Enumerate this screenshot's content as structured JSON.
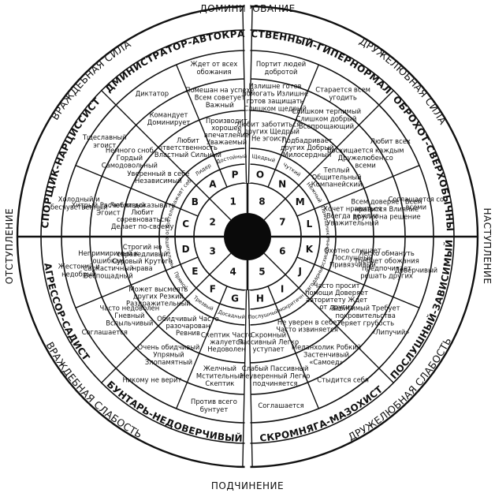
{
  "axes": {
    "top": "ДОМИНИРОВАНИЕ",
    "bottom": "ПОДЧИНЕНИЕ",
    "left": "ОТСТУПЛЕНИЕ",
    "right": "НАСТУПЛЕНИЕ"
  },
  "quadrants": {
    "top_left": "ВРАЖДЕБНАЯ СИЛА",
    "top_right": "ДРУЖЕЛЮБНАЯ СИЛА",
    "bottom_left": "ВРАЖДЕБНАЯ СЛАБОСТЬ",
    "bottom_right": "ДРУЖЕЛЮБНАЯ СЛАБОСТЬ"
  },
  "octants": [
    {
      "number": "1",
      "type": "АДМИНИСТРАТОР-АВТОКРАТ",
      "outer_left": "Диктатор",
      "outer_right": "Ждет от всех обожания",
      "mid_left": "Командует Доминирует",
      "mid_right": "Помешан на успехе Всем советует Важный",
      "inner_left": "Любит ответственность Властный Сильный",
      "inner_right": "Производит хорошее впечатление Уважаемый",
      "small_left": "Лидер",
      "small_right": "Достойный",
      "letter_left": "A",
      "letter_right": "P"
    },
    {
      "number": "8",
      "type": "ОТВЕТСТВЕННЫЙ-ГИПЕРНОРМАЛЬНЫЙ",
      "outer_left": "Портит людей добротой",
      "outer_right": "Старается всем угодить",
      "mid_left": "Излишне готов помогать Излишне готов защищать Слишком щедрый",
      "mid_right": "Слишком терпимый Слишком добрый Всепрощающий",
      "inner_left": "Любит заботиться о других Щедрый Не эгоист",
      "inner_right": "Подбадривает других Добрый Милосердный",
      "small_left": "Щедрый",
      "small_right": "Чуткий",
      "letter_left": "O",
      "letter_right": "N"
    },
    {
      "number": "7",
      "type": "ДОБРОХОТ-СВЕРХОБЫЧНЫЙ",
      "outer_left": "Любит всех",
      "outer_right": "Соглашается со всеми",
      "mid_left": "Восхищается каждым Дружелюбен со всеми",
      "mid_right": "Всем доверяет Всем нравится Влияние других на решение",
      "inner_left": "Теплый Общительный Компанейский",
      "inner_right": "Хочет нравиться Всегда вежлив Уважительный",
      "small_left": "Нежный",
      "small_right": "Помощник",
      "letter_left": "M",
      "letter_right": "L"
    },
    {
      "number": "6",
      "type": "ПОСЛУШНЫЙ-ЗАВИСИМЫЙ",
      "outer_left": "Доверчивый",
      "outer_right": "«Липучий»",
      "mid_left": "Легко обмануть Требует обожания предпочитает решать других",
      "mid_right": "Зависимый Требует покровительства Теряет грубость",
      "inner_left": "Охотно слушает Послушный Привязчивый",
      "inner_right": "Часто просит помощи Доверяет авторитету Ждет от других",
      "small_left": "Восхищенный",
      "small_right": "Благодарный",
      "letter_left": "K",
      "letter_right": "J"
    },
    {
      "number": "5",
      "type": "СКРОМНЯГА-МАЗОХИСТ",
      "outer_left": "Стыдится себя",
      "outer_right": "Соглашается",
      "mid_left": "Меланхолик Робкий Застенчивый «Самоед»",
      "mid_right": "Слабый Пассивный Неуверенный Легко подчиняется",
      "inner_left": "Не уверен в себе Часто извиняется",
      "inner_right": "Скромный Пассивный Легко уступает",
      "small_left": "Самокритичный",
      "small_right": "Послушный",
      "letter_left": "I",
      "letter_right": "H"
    },
    {
      "number": "4",
      "type": "БУНТАРЬ-НЕДОВЕРЧИВЫЙ",
      "outer_left": "Против всего бунтует",
      "outer_right": "Никому не верит",
      "mid_left": "Желчный Мстительный Скептик",
      "mid_right": "Очень обидчивый Упрямый Злопамятный",
      "inner_left": "Скептик Часто жалуется Недоволен",
      "inner_right": "Обидчивый Часто разочарован Ревнив",
      "small_left": "Досадный",
      "small_right": "Трезвый",
      "letter_left": "G",
      "letter_right": "F"
    },
    {
      "number": "3",
      "type": "АГРЕССОР-САДИСТ",
      "outer_left": "Соглашается",
      "outer_right": "Жестокий и недобрый",
      "mid_left": "Часто недоволен Гневный Вспыльчивый",
      "mid_right": "Непримиримый к ошибкам Саркастичный Беспощадный",
      "inner_left": "Может высмеять других Резкий Раздражительный",
      "inner_right": "Строгий но справедливый Суровый Крутого нрава",
      "small_left": "Прямой",
      "small_right": "Решительный",
      "letter_left": "E",
      "letter_right": "D"
    },
    {
      "number": "2",
      "type": "СПОРЩИК-НАРЦИССИСТ",
      "outer_left": "Холодный и бесчувственный",
      "outer_right": "Тщеславный эгоист",
      "mid_left": "Хитрый Расчетливый Эгоист",
      "mid_right": "Немного сноб Гордый Самодовольный",
      "inner_left": "Любит доказывать Любит соревноваться Делает по-своему",
      "inner_right": "Уверенный в себе Независимый",
      "small_left": "Самостоятельный",
      "small_right": "Уважает себя",
      "letter_left": "C",
      "letter_right": "B"
    }
  ]
}
